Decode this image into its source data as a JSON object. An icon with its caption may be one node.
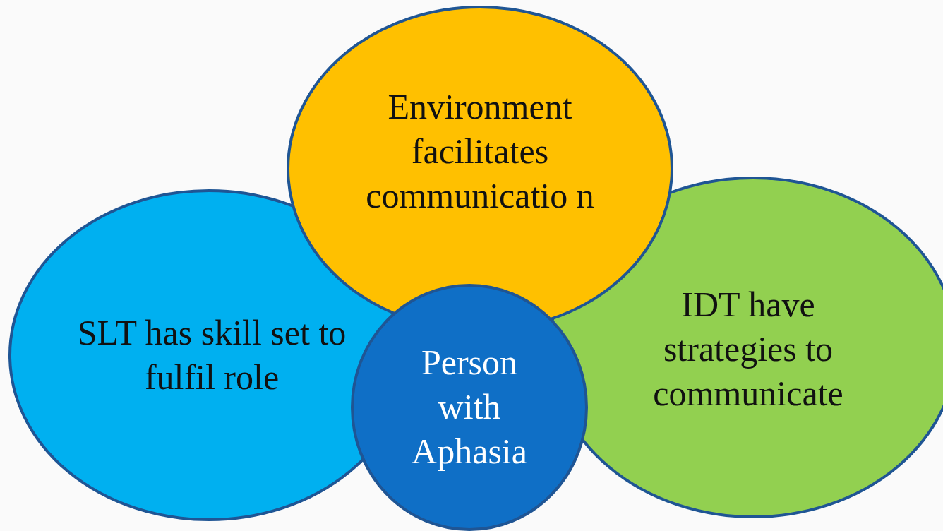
{
  "diagram": {
    "nodes": [
      {
        "text": [
          "SLT has skill set to fulfil role"
        ]
      },
      {
        "text": [
          "IDT have strategies to communicate"
        ]
      },
      {
        "text": [
          "Environment facilitates communicatio n"
        ]
      },
      {
        "text": [
          "Person with Aphasia"
        ]
      }
    ]
  }
}
